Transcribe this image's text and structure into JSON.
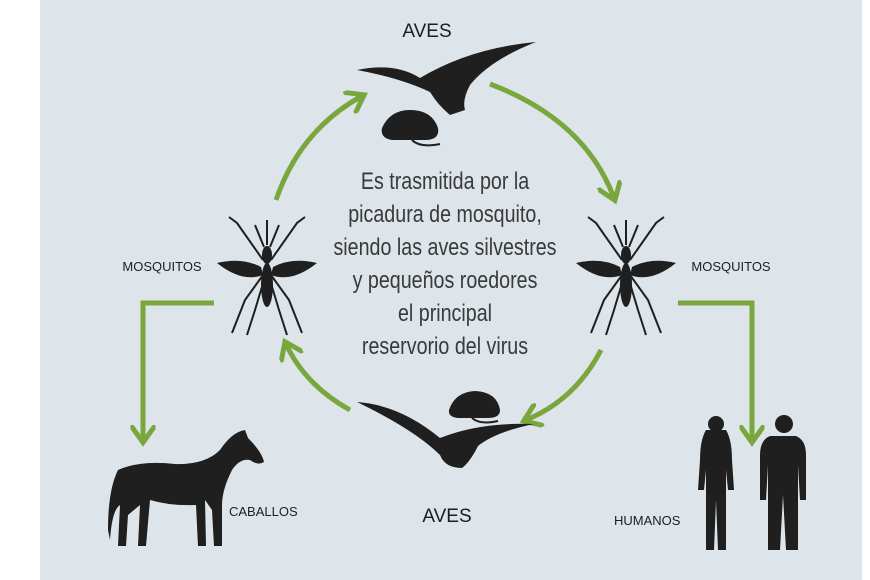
{
  "colors": {
    "background": "#dde5ea",
    "arrow": "#7aa63e",
    "silhouette": "#1f1f1f"
  },
  "labels": {
    "birds_top": "AVES",
    "birds_bottom": "AVES",
    "mosquitos_left": "MOSQUITOS",
    "mosquitos_right": "MOSQUITOS",
    "horses": "CABALLOS",
    "humans": "HUMANOS"
  },
  "center_text": [
    "Es trasmitida por la",
    "picadura de mosquito,",
    "siendo las aves silvestres",
    "y pequeños roedores",
    "el principal",
    "reservorio del virus"
  ]
}
